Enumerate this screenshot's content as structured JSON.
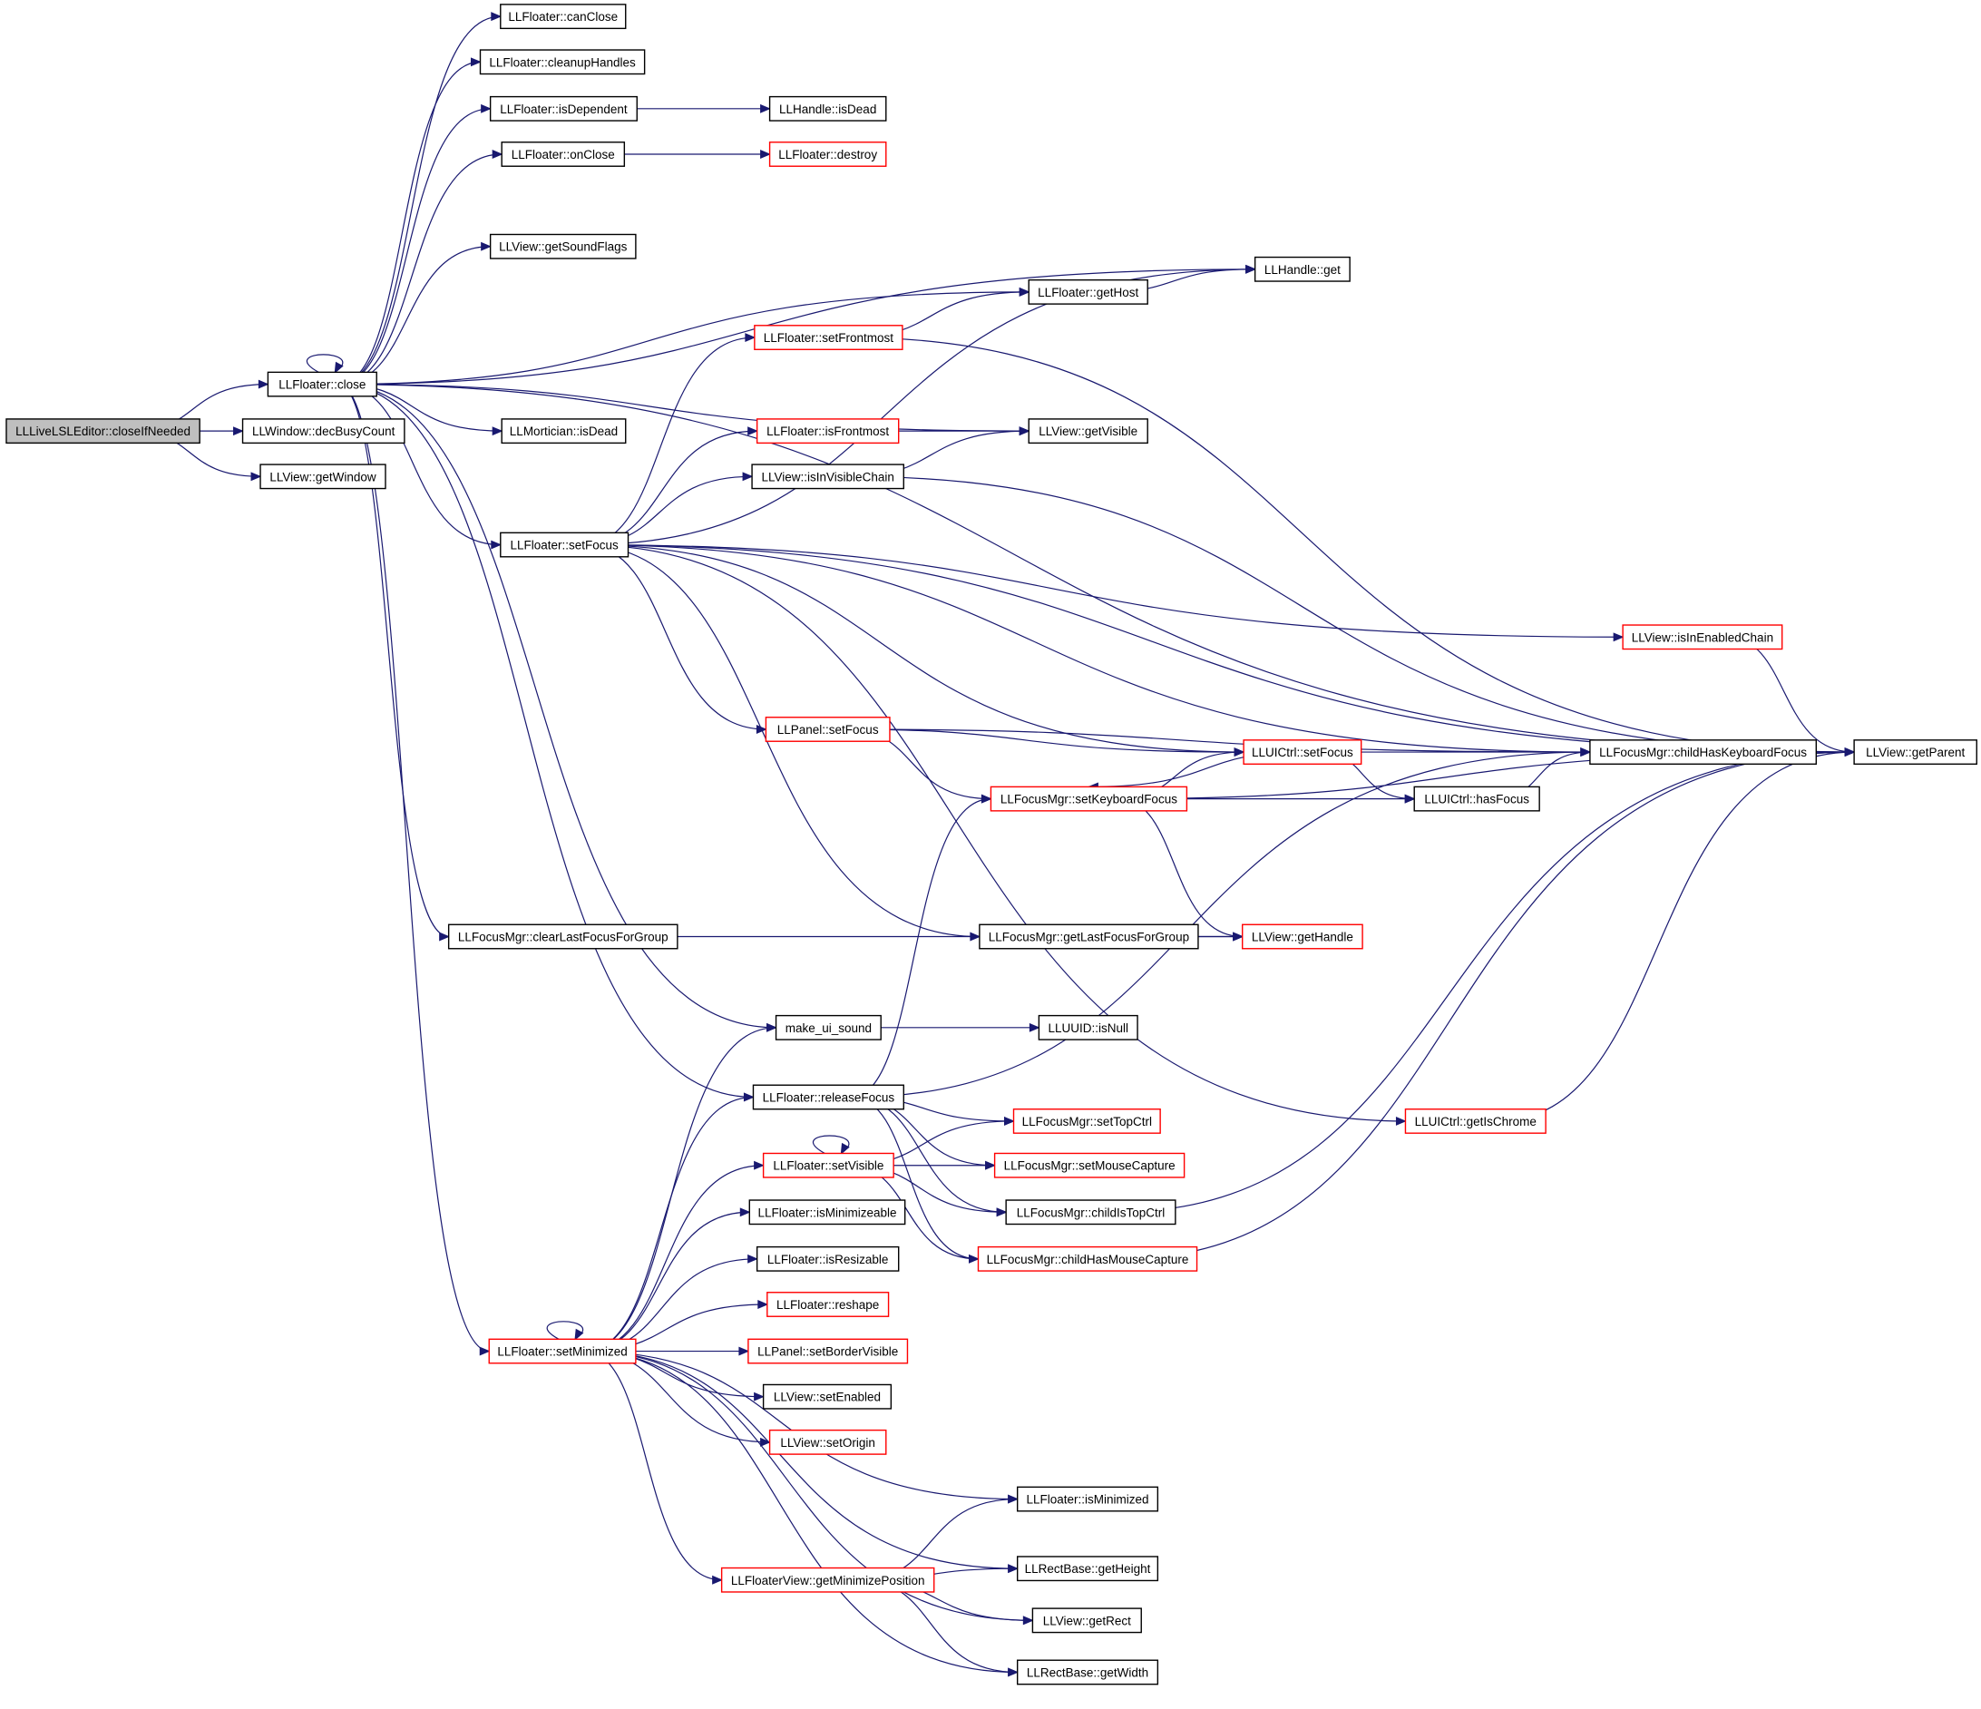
{
  "colors": {
    "edge": "#191970",
    "node_border": "#000000",
    "node_border_truncated": "#ff0000",
    "root_fill": "#bfbfbf",
    "node_fill": "#ffffff"
  },
  "diagram": {
    "nodes": [
      {
        "id": "root",
        "label": "LLLiveLSLEditor::closeIfNeeded",
        "kind": "root"
      },
      {
        "id": "close",
        "label": "LLFloater::close",
        "kind": "normal"
      },
      {
        "id": "decBusy",
        "label": "LLWindow::decBusyCount",
        "kind": "normal"
      },
      {
        "id": "getWindow",
        "label": "LLView::getWindow",
        "kind": "normal"
      },
      {
        "id": "canClose",
        "label": "LLFloater::canClose",
        "kind": "normal"
      },
      {
        "id": "cleanupHandles",
        "label": "LLFloater::cleanupHandles",
        "kind": "normal"
      },
      {
        "id": "isDependent",
        "label": "LLFloater::isDependent",
        "kind": "normal"
      },
      {
        "id": "isDead",
        "label": "LLHandle::isDead",
        "kind": "normal"
      },
      {
        "id": "onClose",
        "label": "LLFloater::onClose",
        "kind": "normal"
      },
      {
        "id": "destroy",
        "label": "LLFloater::destroy",
        "kind": "truncated"
      },
      {
        "id": "getSoundFlags",
        "label": "LLView::getSoundFlags",
        "kind": "normal"
      },
      {
        "id": "handleGet",
        "label": "LLHandle::get",
        "kind": "normal"
      },
      {
        "id": "getHost",
        "label": "LLFloater::getHost",
        "kind": "normal"
      },
      {
        "id": "setFrontmost",
        "label": "LLFloater::setFrontmost",
        "kind": "truncated"
      },
      {
        "id": "morticianIsDead",
        "label": "LLMortician::isDead",
        "kind": "normal"
      },
      {
        "id": "isFrontmost",
        "label": "LLFloater::isFrontmost",
        "kind": "truncated"
      },
      {
        "id": "getVisible",
        "label": "LLView::getVisible",
        "kind": "normal"
      },
      {
        "id": "isInVisibleChain",
        "label": "LLView::isInVisibleChain",
        "kind": "normal"
      },
      {
        "id": "setFocus",
        "label": "LLFloater::setFocus",
        "kind": "normal"
      },
      {
        "id": "isInEnabledChain",
        "label": "LLView::isInEnabledChain",
        "kind": "truncated"
      },
      {
        "id": "panelSetFocus",
        "label": "LLPanel::setFocus",
        "kind": "truncated"
      },
      {
        "id": "uictrlSetFocus",
        "label": "LLUICtrl::setFocus",
        "kind": "truncated"
      },
      {
        "id": "childHasKbFocus",
        "label": "LLFocusMgr::childHasKeyboardFocus",
        "kind": "normal"
      },
      {
        "id": "getParent",
        "label": "LLView::getParent",
        "kind": "normal"
      },
      {
        "id": "setKbFocus",
        "label": "LLFocusMgr::setKeyboardFocus",
        "kind": "truncated"
      },
      {
        "id": "hasFocus",
        "label": "LLUICtrl::hasFocus",
        "kind": "normal"
      },
      {
        "id": "clearLastFocus",
        "label": "LLFocusMgr::clearLastFocusForGroup",
        "kind": "normal"
      },
      {
        "id": "getLastFocus",
        "label": "LLFocusMgr::getLastFocusForGroup",
        "kind": "normal"
      },
      {
        "id": "getHandle",
        "label": "LLView::getHandle",
        "kind": "truncated"
      },
      {
        "id": "makeUiSound",
        "label": "make_ui_sound",
        "kind": "normal"
      },
      {
        "id": "uuidIsNull",
        "label": "LLUUID::isNull",
        "kind": "normal"
      },
      {
        "id": "releaseFocus",
        "label": "LLFloater::releaseFocus",
        "kind": "normal"
      },
      {
        "id": "getIsChrome",
        "label": "LLUICtrl::getIsChrome",
        "kind": "truncated"
      },
      {
        "id": "setTopCtrl",
        "label": "LLFocusMgr::setTopCtrl",
        "kind": "truncated"
      },
      {
        "id": "setVisible",
        "label": "LLFloater::setVisible",
        "kind": "truncated"
      },
      {
        "id": "setMouseCapture",
        "label": "LLFocusMgr::setMouseCapture",
        "kind": "truncated"
      },
      {
        "id": "isMinimizeable",
        "label": "LLFloater::isMinimizeable",
        "kind": "normal"
      },
      {
        "id": "childIsTopCtrl",
        "label": "LLFocusMgr::childIsTopCtrl",
        "kind": "normal"
      },
      {
        "id": "isResizable",
        "label": "LLFloater::isResizable",
        "kind": "normal"
      },
      {
        "id": "childHasMouseCapture",
        "label": "LLFocusMgr::childHasMouseCapture",
        "kind": "truncated"
      },
      {
        "id": "reshape",
        "label": "LLFloater::reshape",
        "kind": "truncated"
      },
      {
        "id": "setMinimized",
        "label": "LLFloater::setMinimized",
        "kind": "truncated"
      },
      {
        "id": "setBorderVisible",
        "label": "LLPanel::setBorderVisible",
        "kind": "truncated"
      },
      {
        "id": "setEnabled",
        "label": "LLView::setEnabled",
        "kind": "normal"
      },
      {
        "id": "setOrigin",
        "label": "LLView::setOrigin",
        "kind": "truncated"
      },
      {
        "id": "isMinimized",
        "label": "LLFloater::isMinimized",
        "kind": "normal"
      },
      {
        "id": "getMinimizePosition",
        "label": "LLFloaterView::getMinimizePosition",
        "kind": "truncated"
      },
      {
        "id": "getHeight",
        "label": "LLRectBase::getHeight",
        "kind": "normal"
      },
      {
        "id": "getRect",
        "label": "LLView::getRect",
        "kind": "normal"
      },
      {
        "id": "getWidth",
        "label": "LLRectBase::getWidth",
        "kind": "normal"
      }
    ],
    "edges": [
      [
        "root",
        "close"
      ],
      [
        "root",
        "decBusy"
      ],
      [
        "root",
        "getWindow"
      ],
      [
        "close",
        "close"
      ],
      [
        "close",
        "canClose"
      ],
      [
        "close",
        "cleanupHandles"
      ],
      [
        "close",
        "isDependent"
      ],
      [
        "close",
        "onClose"
      ],
      [
        "close",
        "getHost"
      ],
      [
        "close",
        "getSoundFlags"
      ],
      [
        "close",
        "handleGet"
      ],
      [
        "close",
        "getVisible"
      ],
      [
        "close",
        "morticianIsDead"
      ],
      [
        "close",
        "setFocus"
      ],
      [
        "close",
        "getParent"
      ],
      [
        "close",
        "clearLastFocus"
      ],
      [
        "close",
        "makeUiSound"
      ],
      [
        "close",
        "releaseFocus"
      ],
      [
        "close",
        "setMinimized"
      ],
      [
        "isDependent",
        "isDead"
      ],
      [
        "onClose",
        "destroy"
      ],
      [
        "getHost",
        "handleGet"
      ],
      [
        "setFrontmost",
        "getHost"
      ],
      [
        "setFrontmost",
        "getParent"
      ],
      [
        "isFrontmost",
        "getVisible"
      ],
      [
        "isInVisibleChain",
        "getVisible"
      ],
      [
        "isInVisibleChain",
        "getParent"
      ],
      [
        "setFocus",
        "setFrontmost"
      ],
      [
        "setFocus",
        "isFrontmost"
      ],
      [
        "setFocus",
        "isInVisibleChain"
      ],
      [
        "setFocus",
        "getParent"
      ],
      [
        "setFocus",
        "isInEnabledChain"
      ],
      [
        "setFocus",
        "childHasKbFocus"
      ],
      [
        "setFocus",
        "panelSetFocus"
      ],
      [
        "setFocus",
        "uictrlSetFocus"
      ],
      [
        "setFocus",
        "handleGet"
      ],
      [
        "setFocus",
        "getLastFocus"
      ],
      [
        "setFocus",
        "getIsChrome"
      ],
      [
        "isInEnabledChain",
        "getParent"
      ],
      [
        "panelSetFocus",
        "childHasKbFocus"
      ],
      [
        "panelSetFocus",
        "uictrlSetFocus"
      ],
      [
        "panelSetFocus",
        "setKbFocus"
      ],
      [
        "uictrlSetFocus",
        "childHasKbFocus"
      ],
      [
        "uictrlSetFocus",
        "setKbFocus"
      ],
      [
        "uictrlSetFocus",
        "hasFocus"
      ],
      [
        "childHasKbFocus",
        "getParent"
      ],
      [
        "setKbFocus",
        "uictrlSetFocus"
      ],
      [
        "setKbFocus",
        "hasFocus"
      ],
      [
        "setKbFocus",
        "getParent"
      ],
      [
        "setKbFocus",
        "getHandle"
      ],
      [
        "hasFocus",
        "childHasKbFocus"
      ],
      [
        "clearLastFocus",
        "getHandle"
      ],
      [
        "getLastFocus",
        "getHandle"
      ],
      [
        "makeUiSound",
        "uuidIsNull"
      ],
      [
        "releaseFocus",
        "setKbFocus"
      ],
      [
        "releaseFocus",
        "childHasKbFocus"
      ],
      [
        "releaseFocus",
        "setTopCtrl"
      ],
      [
        "releaseFocus",
        "setMouseCapture"
      ],
      [
        "releaseFocus",
        "childIsTopCtrl"
      ],
      [
        "releaseFocus",
        "childHasMouseCapture"
      ],
      [
        "getIsChrome",
        "getParent"
      ],
      [
        "setVisible",
        "setVisible"
      ],
      [
        "setVisible",
        "setTopCtrl"
      ],
      [
        "setVisible",
        "setMouseCapture"
      ],
      [
        "setVisible",
        "childIsTopCtrl"
      ],
      [
        "setVisible",
        "childHasMouseCapture"
      ],
      [
        "childIsTopCtrl",
        "getParent"
      ],
      [
        "childHasMouseCapture",
        "getParent"
      ],
      [
        "setMinimized",
        "setMinimized"
      ],
      [
        "setMinimized",
        "makeUiSound"
      ],
      [
        "setMinimized",
        "releaseFocus"
      ],
      [
        "setMinimized",
        "setVisible"
      ],
      [
        "setMinimized",
        "isMinimizeable"
      ],
      [
        "setMinimized",
        "isResizable"
      ],
      [
        "setMinimized",
        "reshape"
      ],
      [
        "setMinimized",
        "setBorderVisible"
      ],
      [
        "setMinimized",
        "setEnabled"
      ],
      [
        "setMinimized",
        "setOrigin"
      ],
      [
        "setMinimized",
        "isMinimized"
      ],
      [
        "setMinimized",
        "getMinimizePosition"
      ],
      [
        "setMinimized",
        "getHeight"
      ],
      [
        "setMinimized",
        "getRect"
      ],
      [
        "setMinimized",
        "getWidth"
      ],
      [
        "getMinimizePosition",
        "isMinimized"
      ],
      [
        "getMinimizePosition",
        "getHeight"
      ],
      [
        "getMinimizePosition",
        "getRect"
      ],
      [
        "getMinimizePosition",
        "getWidth"
      ]
    ]
  }
}
